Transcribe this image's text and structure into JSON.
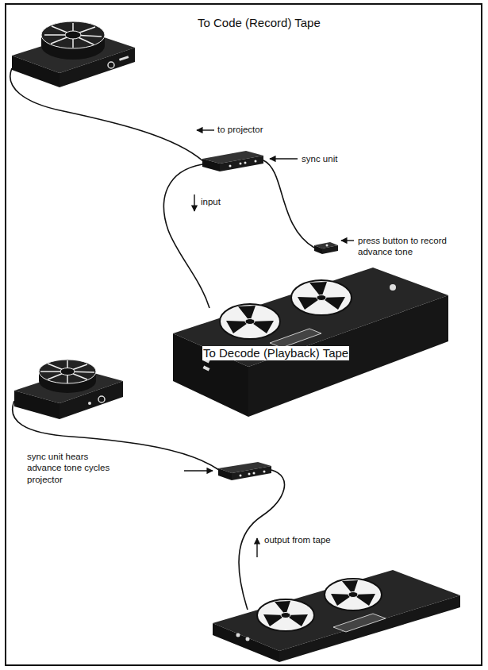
{
  "diagram": {
    "labels": [
      "To Code (Record) Tape",
      "to projector",
      "sync unit",
      "press button to record advance tone",
      "input",
      "To Decode (Playback) Tape",
      "sync unit hears advance tone cycles projector",
      "output from tape"
    ]
  }
}
